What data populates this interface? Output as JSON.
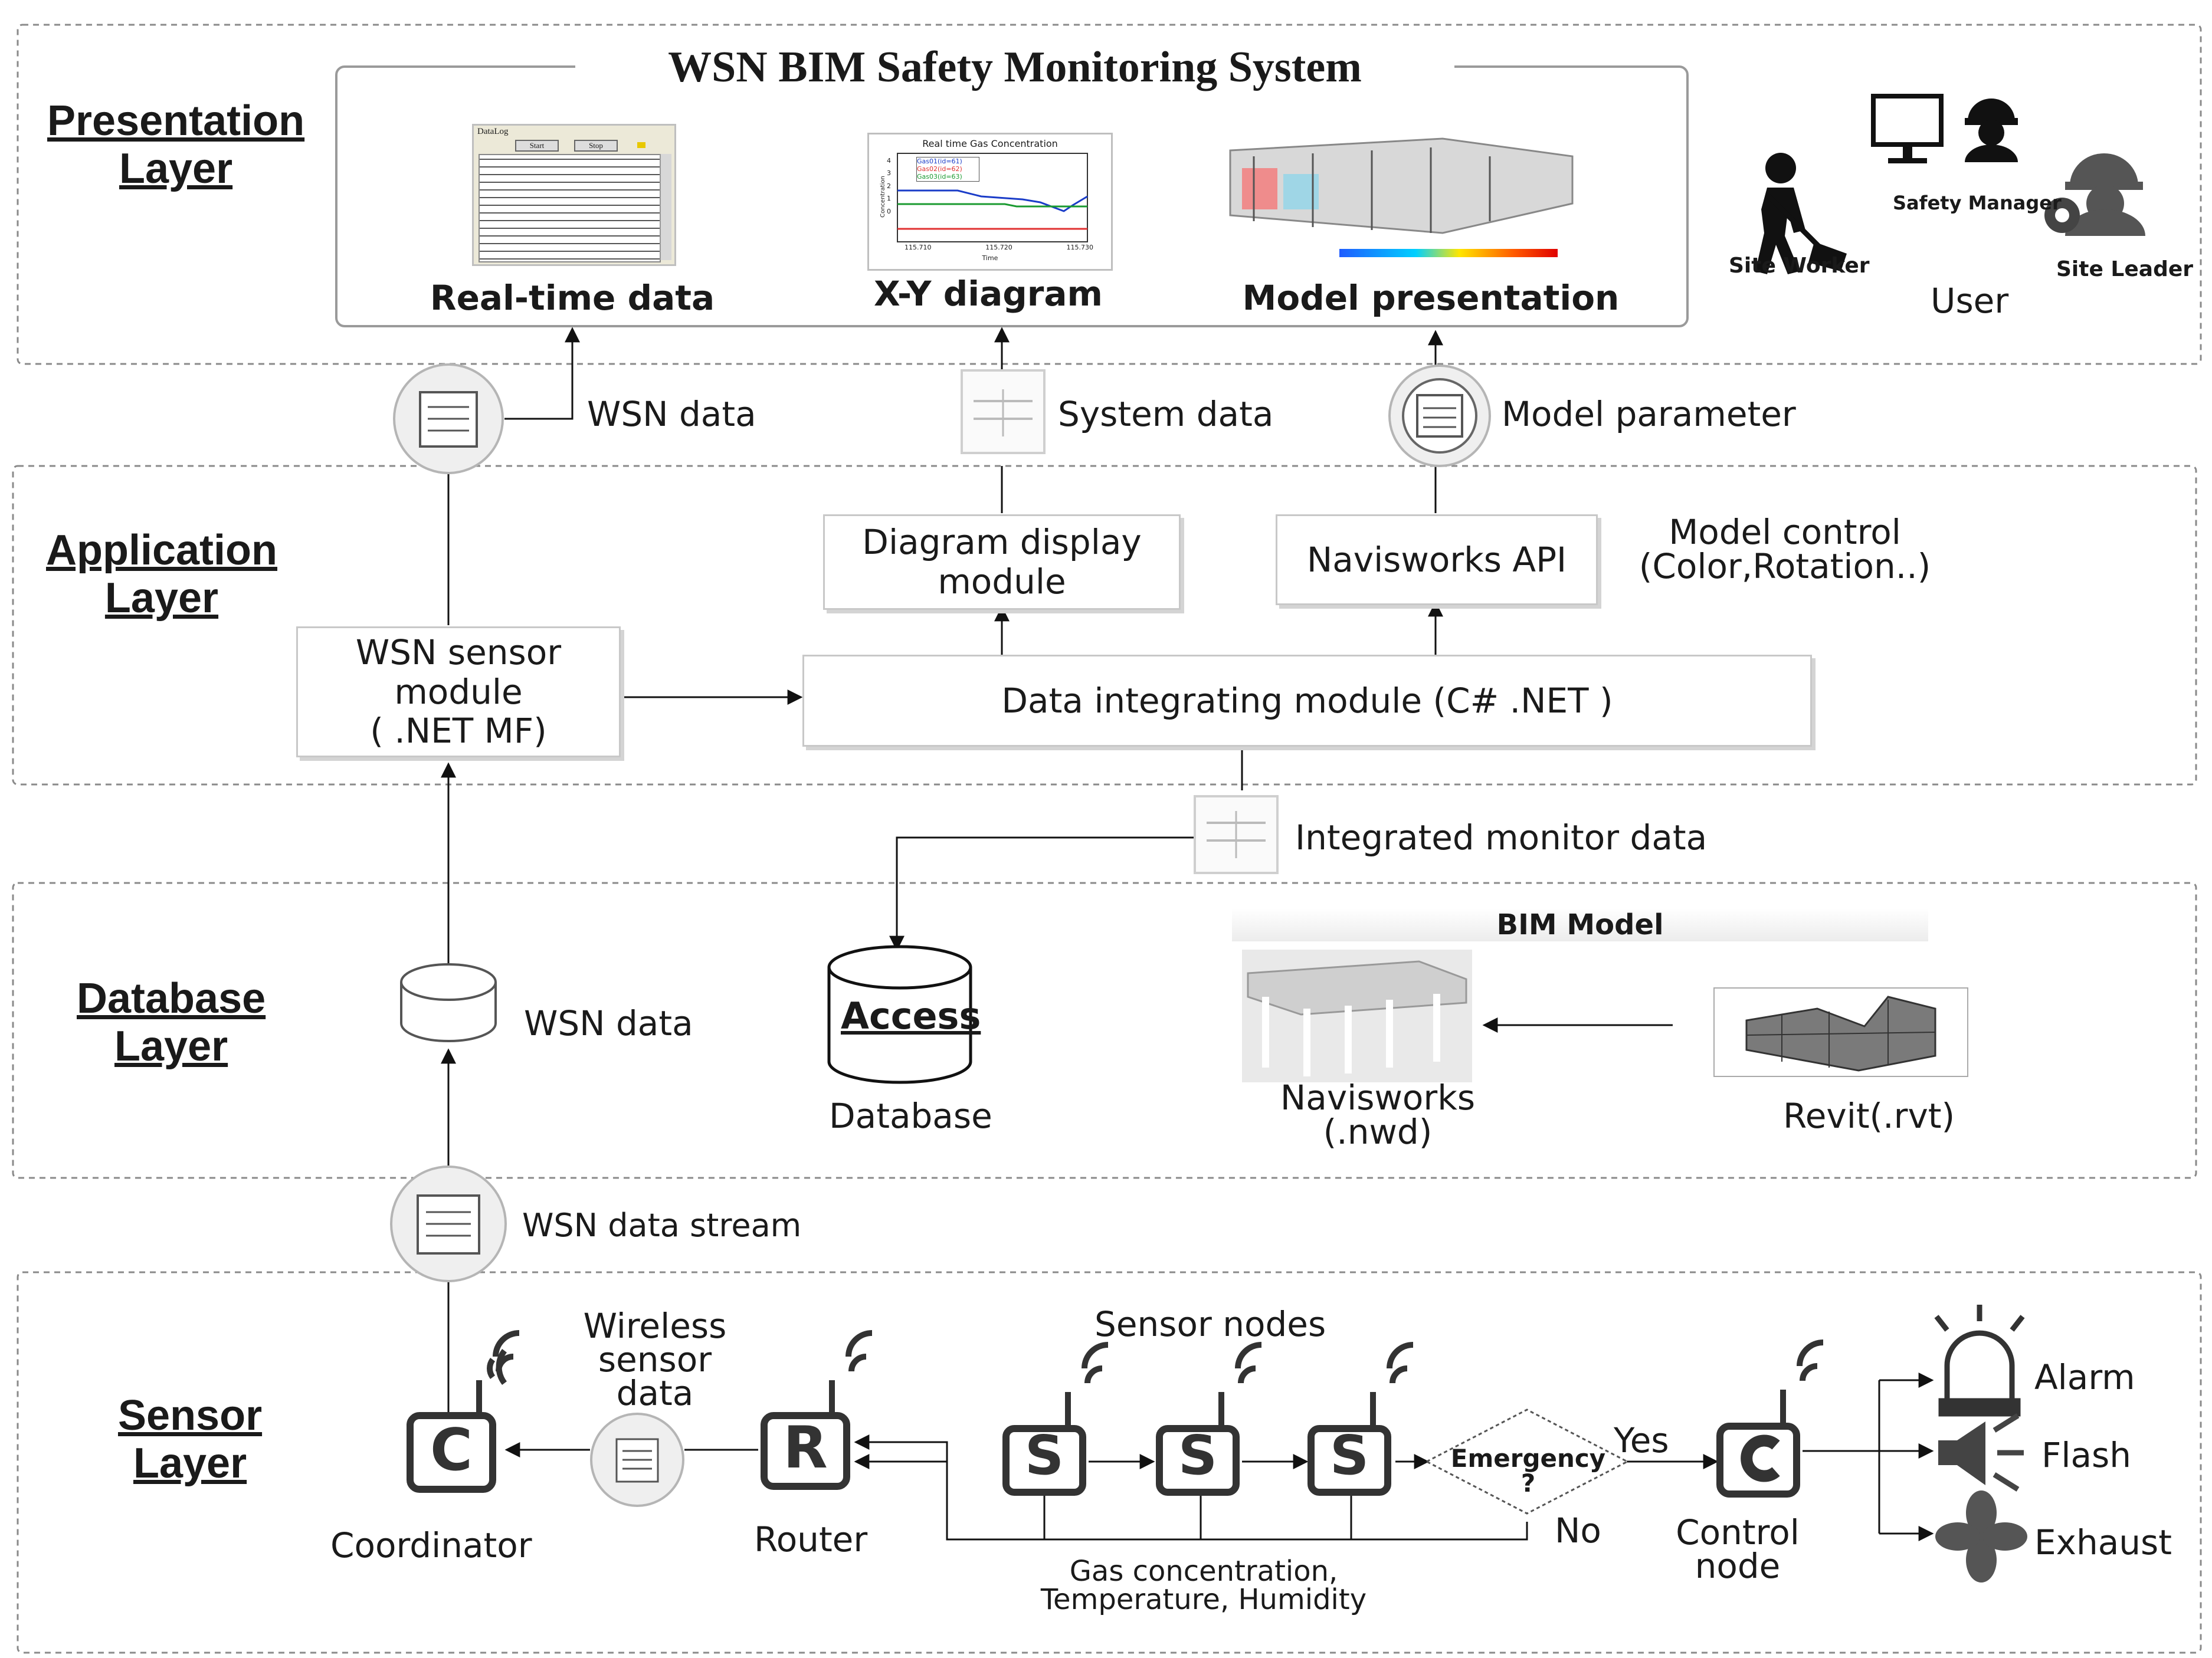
{
  "presentation": {
    "layer_title": [
      "Presentation",
      "Layer"
    ],
    "system_title": "WSN BIM Safety Monitoring System",
    "items": [
      "Real-time data",
      "X-Y diagram",
      "Model presentation"
    ],
    "datalog": {
      "caption": "DataLog",
      "start": "Start",
      "stop": "Stop"
    },
    "chart": {
      "title": "Real time Gas Concentration",
      "legend": [
        "Gas01(id=61)",
        "Gas02(id=62)",
        "Gas03(id=63)"
      ],
      "xlabel": "Time",
      "ylabel": "Concentration",
      "yticks": [
        "4",
        "3",
        "2",
        "1",
        "0"
      ],
      "xticks": [
        "115.710",
        "115.720",
        "115.730"
      ]
    },
    "users": {
      "worker": "Site Worker",
      "manager": "Safety Manager",
      "leader": "Site Leader",
      "group": "User"
    }
  },
  "flows_top": {
    "wsn_data": "WSN data",
    "system_data": "System data",
    "model_parameter": "Model parameter"
  },
  "application": {
    "layer_title": [
      "Application",
      "Layer"
    ],
    "wsn_sensor_module": [
      "WSN sensor",
      "module",
      "( .NET MF)"
    ],
    "diagram_display": [
      "Diagram display",
      "module"
    ],
    "navisworks_api": "Navisworks API",
    "model_control": [
      "Model control",
      "(Color,Rotation..)"
    ],
    "data_integrating": "Data integrating module (C# .NET )",
    "integrated_data": "Integrated monitor data"
  },
  "database": {
    "layer_title": [
      "Database",
      "Layer"
    ],
    "wsn_data": "WSN data",
    "access": "Access",
    "database_label": "Database",
    "bim_model": "BIM Model",
    "navisworks": [
      "Navisworks",
      "(.nwd)"
    ],
    "revit": "Revit(.rvt)"
  },
  "stream": {
    "wsn_data_stream": "WSN data stream"
  },
  "sensor": {
    "layer_title": [
      "Sensor",
      "Layer"
    ],
    "wireless": [
      "Wireless",
      "sensor",
      "data"
    ],
    "sensor_nodes": "Sensor nodes",
    "coordinator": "Coordinator",
    "coordinator_letter": "C",
    "router": "Router",
    "router_letter": "R",
    "sensor_letter": "S",
    "emergency": [
      "Emergency",
      "?"
    ],
    "yes": "Yes",
    "no": "No",
    "control_node": [
      "Control",
      "node"
    ],
    "measurements": [
      "Gas concentration,",
      "Temperature, Humidity"
    ],
    "alarm": "Alarm",
    "flash": "Flash",
    "exhaust": "Exhaust"
  }
}
